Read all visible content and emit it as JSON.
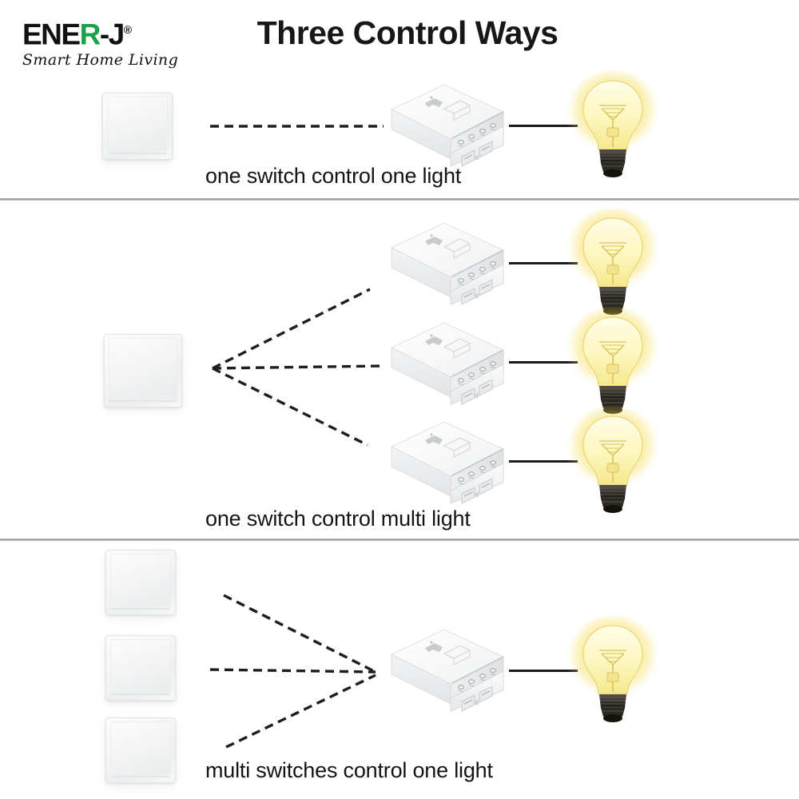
{
  "brand": {
    "name_part1": "ENE",
    "name_green": "R",
    "name_part2": "-J",
    "registered": "®",
    "tagline": "Smart Home Living",
    "green_hex": "#1aa24a",
    "text_hex": "#111111"
  },
  "header": {
    "title": "Three Control Ways"
  },
  "colors": {
    "bulb_glow": "#f7e24a",
    "bulb_glass": "#fdf8c8",
    "bulb_base": "#3b3732",
    "wire": "#1a1a1a",
    "divider": "#9a9a9a",
    "switch_face": "#f2f3f4",
    "relay_body": "#ffffff",
    "relay_shade": "#dcdee0"
  },
  "sections": [
    {
      "id": "section-one-to-one",
      "caption": "one switch control one light",
      "switch_count": 1,
      "relay_count": 1,
      "bulb_count": 1,
      "link_type": "one-to-one"
    },
    {
      "id": "section-one-to-many",
      "caption": "one switch control multi light",
      "switch_count": 1,
      "relay_count": 3,
      "bulb_count": 3,
      "link_type": "fan-out"
    },
    {
      "id": "section-many-to-one",
      "caption": "multi switches control one light",
      "switch_count": 3,
      "relay_count": 1,
      "bulb_count": 1,
      "link_type": "fan-in"
    }
  ],
  "icons": {
    "switch": "wall-switch-plate",
    "relay": "relay-module",
    "bulb": "light-bulb",
    "dashed_link": "wireless-signal-link",
    "solid_link": "electrical-wire"
  }
}
